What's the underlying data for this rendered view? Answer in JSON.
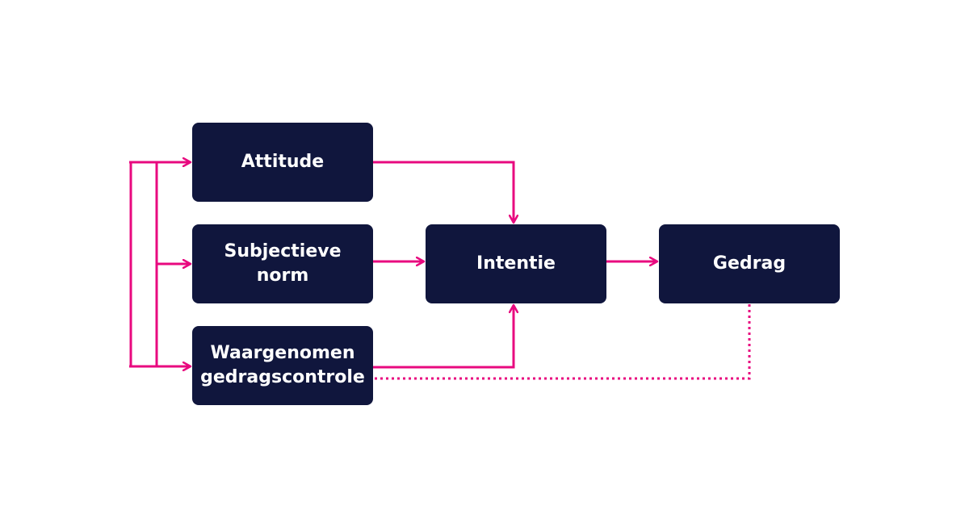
{
  "diagram": {
    "accent_color": "#e8097f",
    "box_color": "#10163d",
    "nodes": {
      "attitude": "Attitude",
      "subjective_norm": "Subjectieve\nnorm",
      "perceived_control": "Waargenomen\ngedragscontrole",
      "intention": "Intentie",
      "behavior": "Gedrag"
    },
    "edges": [
      {
        "from": "attitude",
        "to": "intention",
        "style": "solid"
      },
      {
        "from": "subjective_norm",
        "to": "intention",
        "style": "solid"
      },
      {
        "from": "perceived_control",
        "to": "intention",
        "style": "solid"
      },
      {
        "from": "intention",
        "to": "behavior",
        "style": "solid"
      },
      {
        "from": "behavior",
        "to": "perceived_control",
        "style": "dotted"
      },
      {
        "from": "feedback-loop",
        "to": "attitude",
        "style": "solid"
      },
      {
        "from": "feedback-loop",
        "to": "subjective_norm",
        "style": "solid"
      },
      {
        "from": "feedback-loop",
        "to": "perceived_control",
        "style": "solid"
      }
    ]
  }
}
